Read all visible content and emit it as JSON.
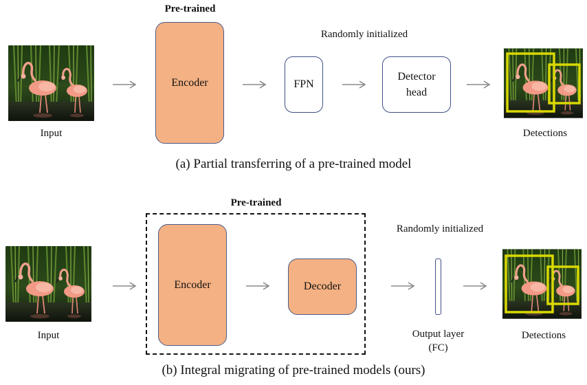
{
  "panel_a": {
    "pretrained_label": "Pre-trained",
    "random_label": "Randomly initialized",
    "input_label": "Input",
    "encoder_label": "Encoder",
    "fpn_label": "FPN",
    "detector_label_line1": "Detector",
    "detector_label_line2": "head",
    "detections_label": "Detections",
    "caption": "(a)  Partial transferring of a pre-trained model"
  },
  "panel_b": {
    "pretrained_label": "Pre-trained",
    "random_label": "Randomly initialized",
    "input_label": "Input",
    "encoder_label": "Encoder",
    "decoder_label": "Decoder",
    "output_label_line1": "Output layer",
    "output_label_line2": "(FC)",
    "detections_label": "Detections",
    "caption": "(b)  Integral migrating of pre-trained models (ours)"
  },
  "colors": {
    "pretrained_fill": "#f4b183",
    "block_border": "#3e4f86",
    "arrow": "#8a8a8a",
    "detection_box": "#d8d800"
  },
  "images": {
    "input": "flamingo-photo",
    "detections": "flamingo-photo-with-yellow-detection-boxes"
  }
}
